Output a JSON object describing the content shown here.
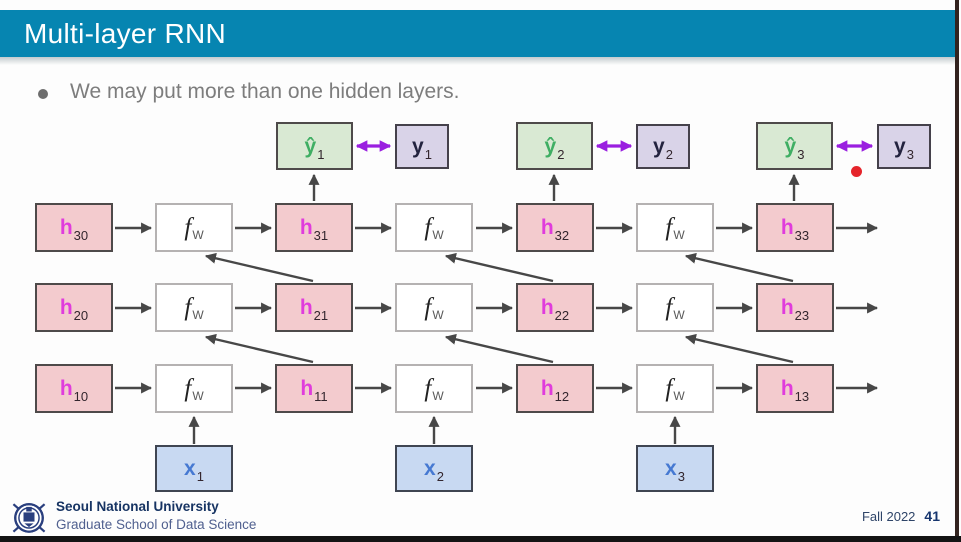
{
  "titlebar": {
    "title": "Multi-layer RNN"
  },
  "bullet": {
    "text": "We may put more than one hidden layers."
  },
  "diagram": {
    "f_label": {
      "main": "f",
      "sub": "W"
    },
    "y_hat": [
      {
        "main": "ŷ",
        "sub": "1"
      },
      {
        "main": "ŷ",
        "sub": "2"
      },
      {
        "main": "ŷ",
        "sub": "3"
      }
    ],
    "y_true": [
      {
        "main": "y",
        "sub": "1"
      },
      {
        "main": "y",
        "sub": "2"
      },
      {
        "main": "y",
        "sub": "3"
      }
    ],
    "h3": [
      {
        "main": "h",
        "sub": "30"
      },
      {
        "main": "h",
        "sub": "31"
      },
      {
        "main": "h",
        "sub": "32"
      },
      {
        "main": "h",
        "sub": "33"
      }
    ],
    "h2": [
      {
        "main": "h",
        "sub": "20"
      },
      {
        "main": "h",
        "sub": "21"
      },
      {
        "main": "h",
        "sub": "22"
      },
      {
        "main": "h",
        "sub": "23"
      }
    ],
    "h1": [
      {
        "main": "h",
        "sub": "10"
      },
      {
        "main": "h",
        "sub": "11"
      },
      {
        "main": "h",
        "sub": "12"
      },
      {
        "main": "h",
        "sub": "13"
      }
    ],
    "x": [
      {
        "main": "x",
        "sub": "1"
      },
      {
        "main": "x",
        "sub": "2"
      },
      {
        "main": "x",
        "sub": "3"
      }
    ]
  },
  "footer": {
    "org": "Seoul National University",
    "school": "Graduate School of Data Science",
    "term": "Fall 2022",
    "page": "41"
  },
  "colors": {
    "titlebar": "#0685b1",
    "h_box_fill": "#f3cbce",
    "pred_box_fill": "#d9e9d3",
    "label_box_fill": "#d9d3e8",
    "input_box_fill": "#c8d9f2",
    "fw_box_fill": "#ffffff",
    "h_text": "#e03cdc",
    "pred_text": "#3fae63",
    "label_text": "#23233f",
    "input_text": "#4679d2",
    "arrow": "#474747",
    "purple_arrow": "#9a1fe0",
    "laser_dot": "#e5242b"
  }
}
